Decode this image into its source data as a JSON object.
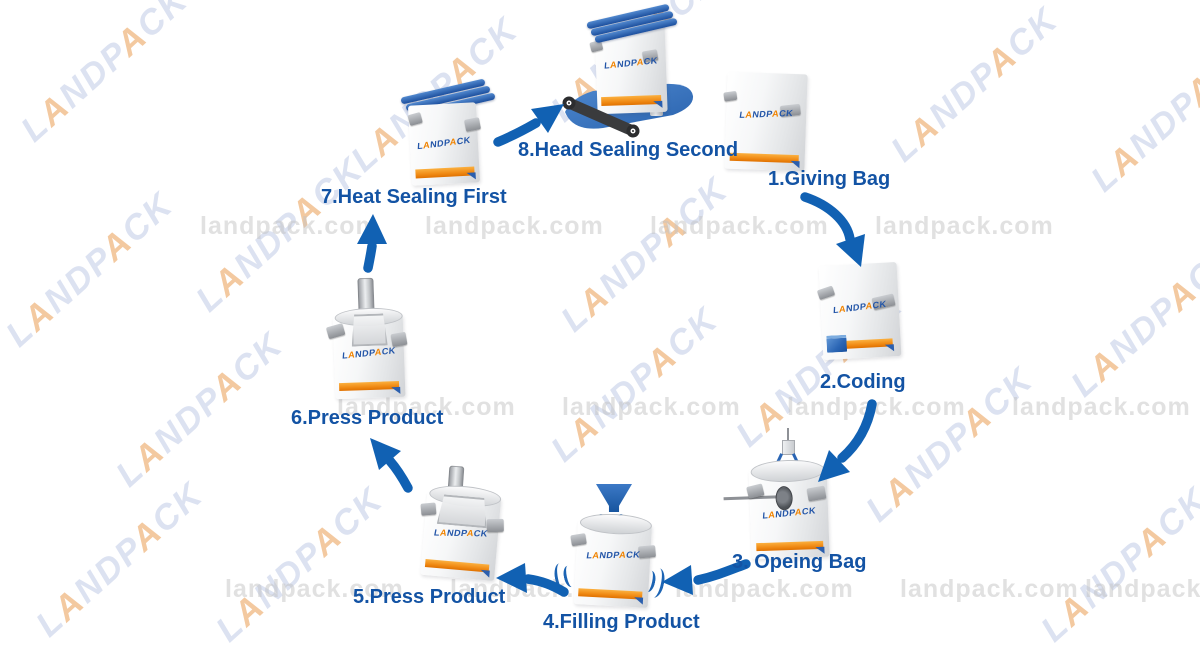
{
  "brand": {
    "logo_text": "LANDPACK",
    "logo_blue": "#2456a8",
    "logo_orange": "#f08300"
  },
  "watermarks": {
    "url_text": "landpack.com",
    "diagonal_text": "LANDPACK"
  },
  "colors": {
    "label_blue": "#1353a4",
    "arrow_blue": "#1161b3",
    "stripe_orange": "#f08a14",
    "machine_blue": "#1c64b4"
  },
  "steps": [
    {
      "id": 1,
      "label": "1.Giving Bag"
    },
    {
      "id": 2,
      "label": "2.Coding"
    },
    {
      "id": 3,
      "label": "3. Opeing Bag"
    },
    {
      "id": 4,
      "label": "4.Filling Product"
    },
    {
      "id": 5,
      "label": "5.Press Product"
    },
    {
      "id": 6,
      "label": "6.Press Product"
    },
    {
      "id": 7,
      "label": "7.Heat Sealing First"
    },
    {
      "id": 8,
      "label": "8.Head Sealing Second"
    }
  ]
}
